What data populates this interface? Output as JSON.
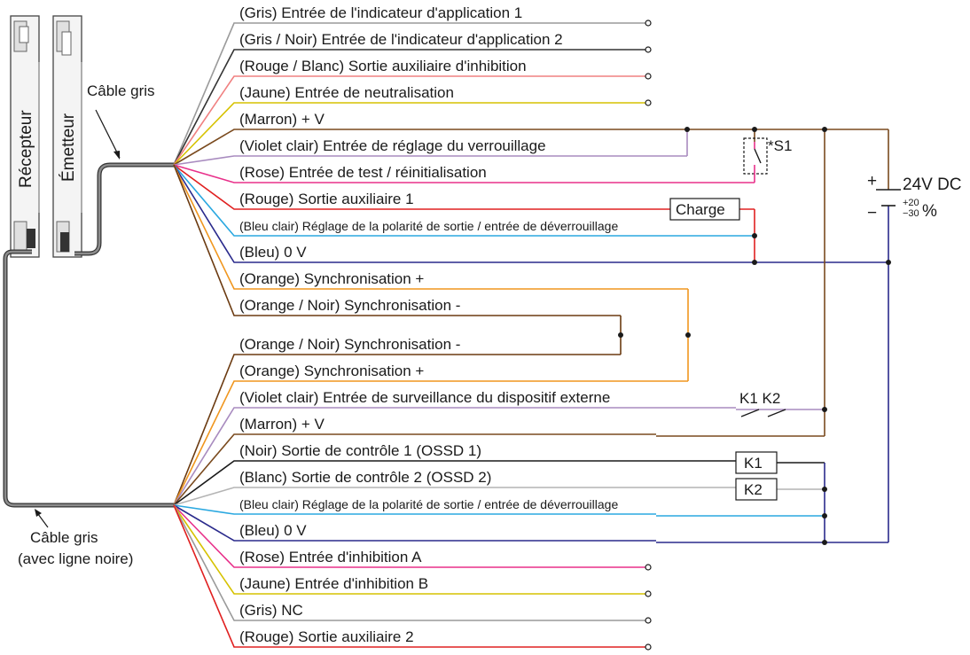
{
  "devices": {
    "receiver_label": "Récepteur",
    "emitter_label": "Émetteur"
  },
  "cables": {
    "top_label": "Câble gris",
    "bottom_label_line1": "Câble gris",
    "bottom_label_line2": "(avec ligne noire)"
  },
  "upper_wires": [
    {
      "label": "(Gris) Entrée de l'indicateur d'application 1",
      "color": "#9a9a9a"
    },
    {
      "label": "(Gris / Noir) Entrée de l'indicateur d'application 2",
      "color": "#333333"
    },
    {
      "label": "(Rouge / Blanc) Sortie auxiliaire d'inhibition",
      "color": "#f08080"
    },
    {
      "label": "(Jaune) Entrée de neutralisation",
      "color": "#d6c200"
    },
    {
      "label": "(Marron) + V",
      "color": "#7a4a1e"
    },
    {
      "label": "(Violet clair) Entrée de réglage du verrouillage",
      "color": "#a88bbf"
    },
    {
      "label": "(Rose) Entrée de test / réinitialisation",
      "color": "#e8308a"
    },
    {
      "label": "(Rouge) Sortie auxiliaire 1",
      "color": "#e02020"
    },
    {
      "label": "(Bleu clair) Réglage de la polarité de sortie / entrée de déverrouillage",
      "color": "#2aa8e0"
    },
    {
      "label": "(Bleu) 0 V",
      "color": "#2a2a8c"
    },
    {
      "label": "(Orange) Synchronisation +",
      "color": "#f0961e"
    },
    {
      "label": "(Orange / Noir) Synchronisation -",
      "color": "#6b3a10"
    }
  ],
  "lower_wires": [
    {
      "label": "(Orange / Noir) Synchronisation -",
      "color": "#6b3a10"
    },
    {
      "label": "(Orange) Synchronisation +",
      "color": "#f0961e"
    },
    {
      "label": "(Violet clair) Entrée de surveillance du dispositif externe",
      "color": "#a88bbf"
    },
    {
      "label": "(Marron) + V",
      "color": "#7a4a1e"
    },
    {
      "label": "(Noir) Sortie de contrôle 1 (OSSD 1)",
      "color": "#1a1a1a"
    },
    {
      "label": "(Blanc) Sortie de contrôle 2 (OSSD 2)",
      "color": "#b4b4b4"
    },
    {
      "label": "(Bleu clair) Réglage de la polarité de sortie / entrée de déverrouillage",
      "color": "#2aa8e0"
    },
    {
      "label": "(Bleu) 0 V",
      "color": "#2a2a8c"
    },
    {
      "label": "(Rose) Entrée d'inhibition A",
      "color": "#e8308a"
    },
    {
      "label": "(Jaune) Entrée d'inhibition B",
      "color": "#d6c200"
    },
    {
      "label": "(Gris) NC",
      "color": "#9a9a9a"
    },
    {
      "label": "(Rouge) Sortie auxiliaire 2",
      "color": "#e02020"
    }
  ],
  "components": {
    "charge_label": "Charge",
    "switch_label": "*S1",
    "k1_label": "K1",
    "k2_label": "K2",
    "contacts_label": "K1 K2"
  },
  "power_supply": {
    "plus": "+",
    "minus": "−",
    "voltage": "24V DC",
    "tol_plus": "+20",
    "tol_minus": "−30",
    "percent": "%"
  }
}
